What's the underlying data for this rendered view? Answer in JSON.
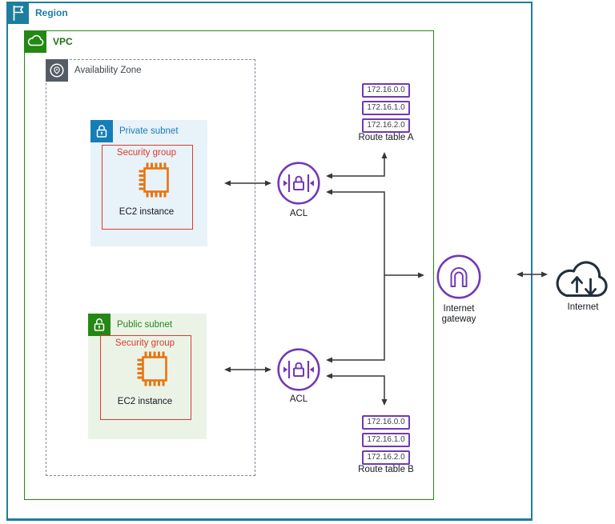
{
  "region": {
    "label": "Region"
  },
  "vpc": {
    "label": "VPC"
  },
  "availability_zone": {
    "label": "Availability Zone"
  },
  "private_subnet": {
    "label": "Private subnet",
    "security_group_label": "Security group",
    "instance_label": "EC2 instance"
  },
  "public_subnet": {
    "label": "Public subnet",
    "security_group_label": "Security group",
    "instance_label": "EC2 instance"
  },
  "acl_top": {
    "label": "ACL"
  },
  "acl_bottom": {
    "label": "ACL"
  },
  "route_table_a": {
    "title": "Route table A",
    "routes": [
      "172.16.0.0",
      "172.16.1.0",
      "172.16.2.0"
    ]
  },
  "route_table_b": {
    "title": "Route table B",
    "routes": [
      "172.16.0.0",
      "172.16.1.0",
      "172.16.2.0"
    ]
  },
  "internet_gateway": {
    "label": "Internet gateway"
  },
  "internet": {
    "label": "Internet"
  },
  "icons": {
    "region": "flag-icon",
    "vpc": "cloud-icon",
    "availability_zone": "location-pin-icon",
    "private_subnet": "lock-closed-icon",
    "public_subnet": "lock-open-icon",
    "ec2": "chip-icon",
    "acl": "acl-lock-gate-icon",
    "internet_gateway": "gateway-arch-icon",
    "internet": "cloud-updown-arrows-icon"
  },
  "colors": {
    "region_accent": "#1D7E9E",
    "vpc_accent": "#248814",
    "availability_zone_accent": "#7B8794",
    "private_subnet_accent": "#147EB8",
    "private_subnet_bg": "#E8F2F9",
    "public_subnet_accent": "#248814",
    "public_subnet_bg": "#EBF3E7",
    "security_group_accent": "#DD3B29",
    "ec2_accent": "#E87511",
    "network_purple": "#7239B5",
    "internet_navy": "#232F3E",
    "arrow": "#373737"
  }
}
